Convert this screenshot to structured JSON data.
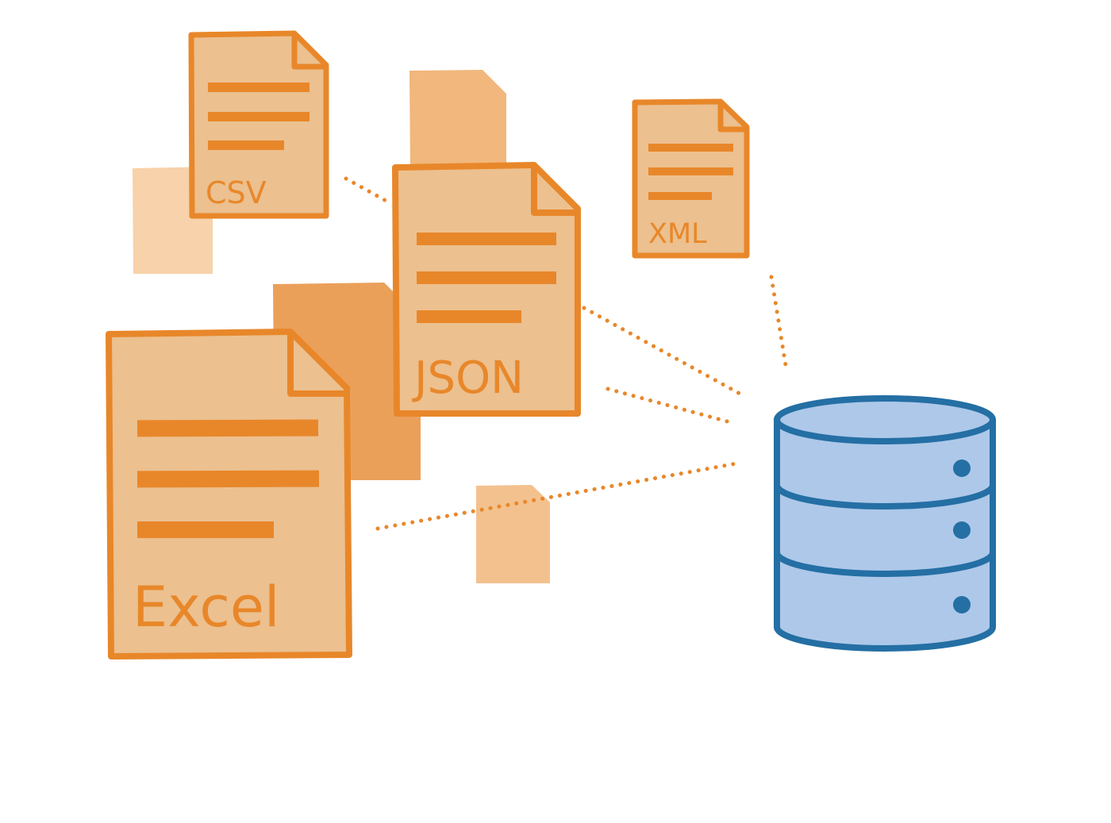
{
  "documents": {
    "csv": {
      "label": "CSV"
    },
    "json": {
      "label": "JSON"
    },
    "xml": {
      "label": "XML"
    },
    "excel": {
      "label": "Excel"
    }
  },
  "colors": {
    "accent": "#e8872a",
    "doc_fill": "#ecc08f",
    "ghost_light": "#f7d2aa",
    "ghost_mid": "#f1b77c",
    "ghost_dark": "#eba05a",
    "db_fill": "#aec8e9",
    "db_stroke": "#246fa4",
    "background": "#ffffff"
  },
  "icons": {
    "database": "database-icon",
    "document": "document-icon"
  }
}
